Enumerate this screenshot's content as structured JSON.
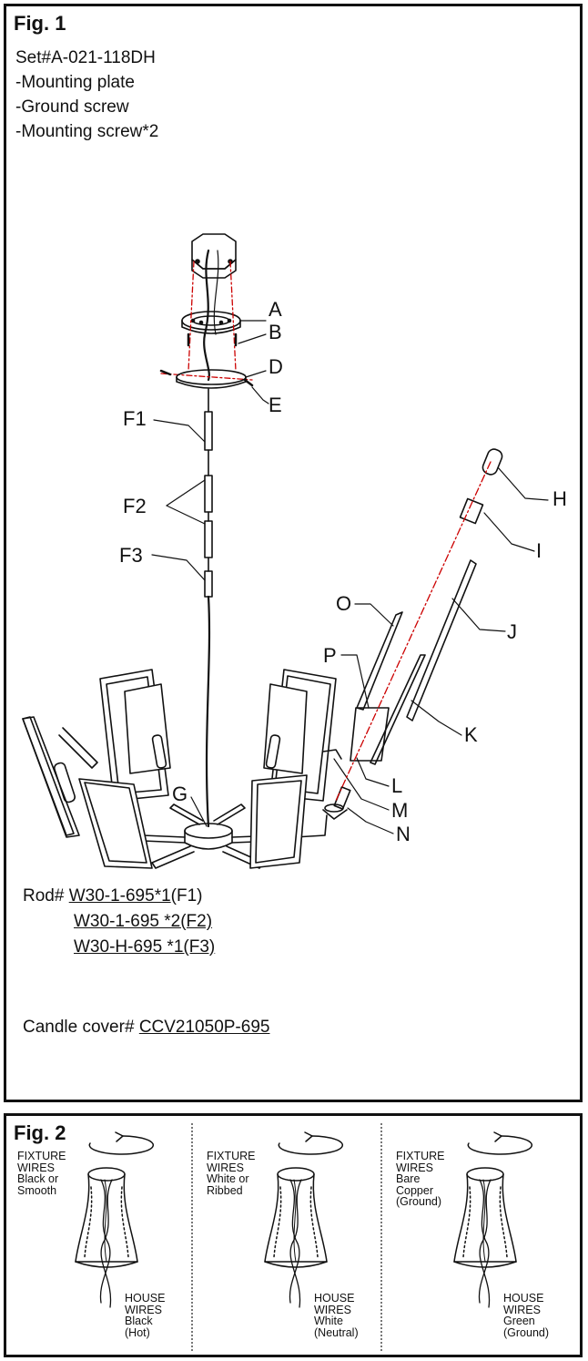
{
  "fig1": {
    "title": "Fig. 1",
    "set_lines": [
      "Set#A-021-118DH",
      "-Mounting plate",
      "-Ground screw",
      "-Mounting screw*2"
    ],
    "part_labels": [
      "A",
      "B",
      "D",
      "E",
      "F1",
      "F2",
      "F3",
      "G",
      "H",
      "I",
      "J",
      "K",
      "L",
      "M",
      "N",
      "O",
      "P"
    ],
    "rod": {
      "prefix": "Rod#",
      "line1_code": "W30-1-695*1",
      "line1_suffix": "(F1)",
      "line2": "W30-1-695 *2(F2)",
      "line3": "W30-H-695 *1(F3)"
    },
    "candle": {
      "prefix": "Candle cover#",
      "code": "CCV21050P-695"
    }
  },
  "fig2": {
    "title": "Fig. 2",
    "panels": [
      {
        "fixture": [
          "FIXTURE",
          "WIRES",
          "Black or",
          "Smooth"
        ],
        "house": [
          "HOUSE",
          "WIRES",
          "Black",
          "(Hot)"
        ]
      },
      {
        "fixture": [
          "FIXTURE",
          "WIRES",
          "White or",
          "Ribbed"
        ],
        "house": [
          "HOUSE",
          "WIRES",
          "White",
          "(Neutral)"
        ]
      },
      {
        "fixture": [
          "FIXTURE",
          "WIRES",
          "Bare",
          "Copper",
          "(Ground)"
        ],
        "house": [
          "HOUSE",
          "WIRES",
          "Green",
          "(Ground)"
        ]
      }
    ]
  }
}
